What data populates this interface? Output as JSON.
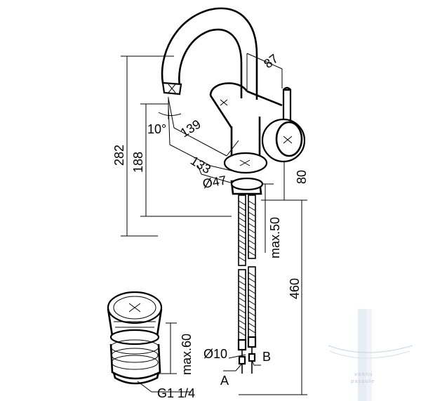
{
  "drawing": {
    "dims": {
      "reach": "87",
      "height_total": "282",
      "height_spout": "188",
      "spout_projection": "139",
      "base_offset": "133",
      "base_diameter": "Ø47",
      "body_height": "80",
      "max_deck": "max.50",
      "hose_length": "460",
      "swivel_angle": "10°",
      "hose_diameter": "Ø10",
      "waste_max": "max.60",
      "waste_thread": "G1 1/4",
      "hose_a": "A",
      "hose_b": "B"
    },
    "watermark": {
      "line1": "vannu",
      "line2": "pasaule"
    }
  }
}
